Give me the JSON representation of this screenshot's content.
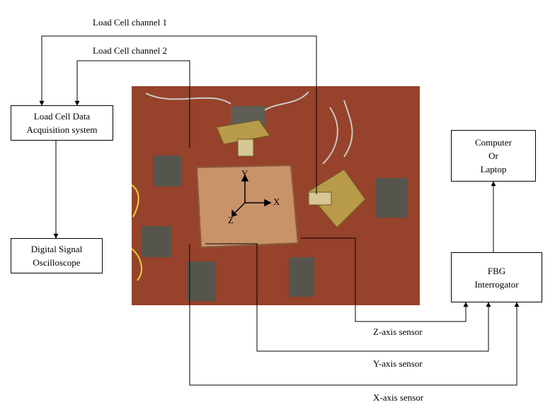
{
  "labels": {
    "load_cell_ch1": "Load Cell channel 1",
    "load_cell_ch2": "Load Cell channel 2",
    "z_sensor": "Z-axis sensor",
    "y_sensor": "Y-axis sensor",
    "x_sensor": "X-axis sensor"
  },
  "boxes": {
    "daq": [
      "Load Cell Data",
      "Acquisition system"
    ],
    "oscilloscope": [
      "Digital Signal",
      "Oscilloscope"
    ],
    "computer": [
      "Computer",
      "Or",
      "Laptop"
    ],
    "interrogator": [
      "FBG",
      "Interrogator"
    ]
  },
  "axes": {
    "x": "X",
    "y": "Y",
    "z": "Z"
  }
}
